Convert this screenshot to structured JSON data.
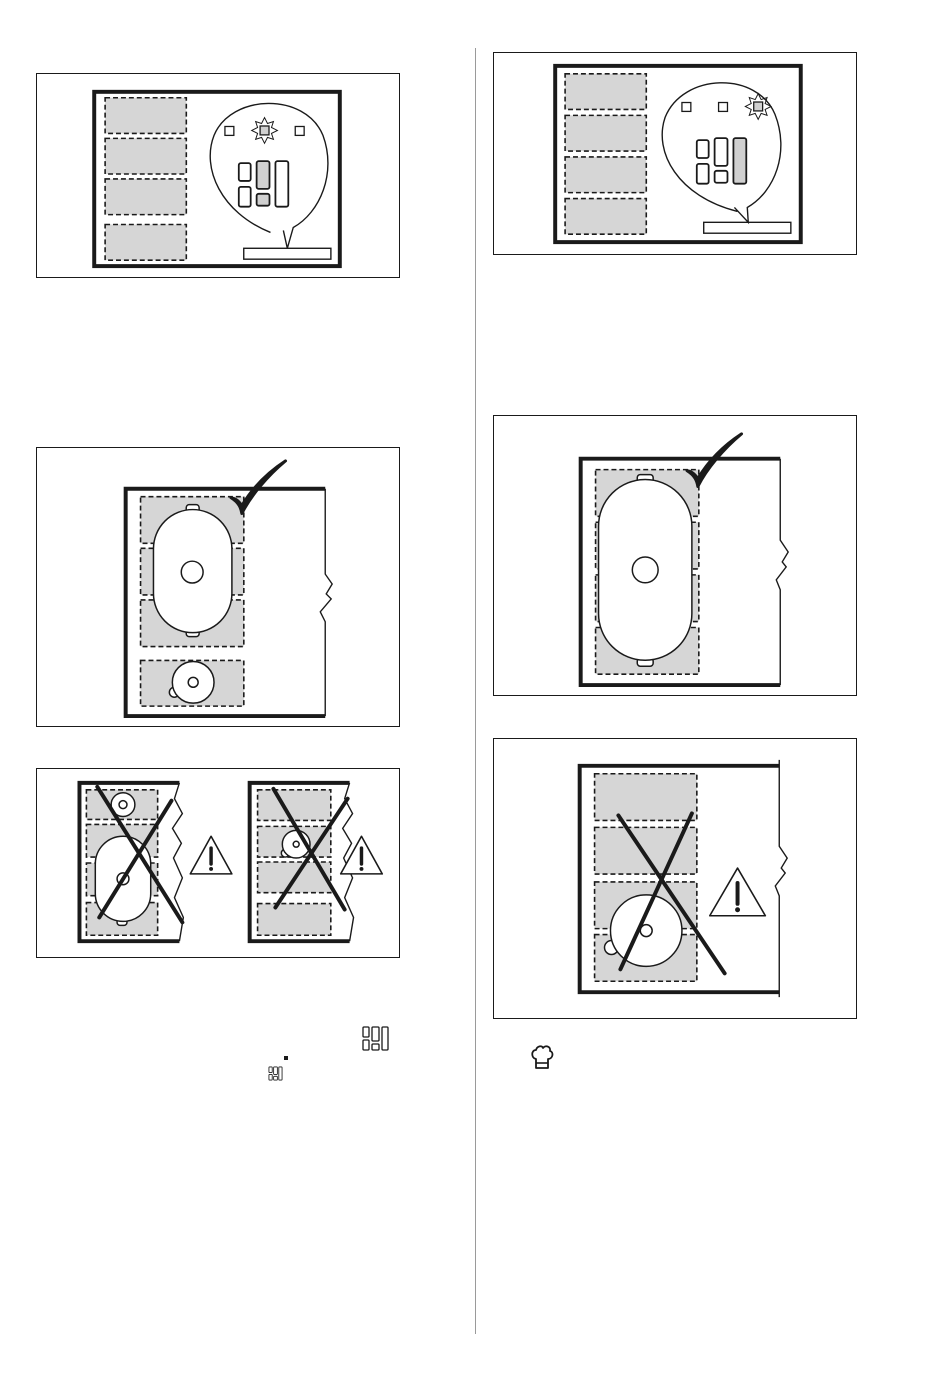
{
  "figures": {
    "fig_a": {
      "selected_indicator": 2
    },
    "fig_b": {
      "selected_indicator": 3
    },
    "fig_c": {
      "result": "correct"
    },
    "fig_d": {
      "result": "correct"
    },
    "fig_e": {
      "result": "incorrect"
    },
    "fig_f": {
      "result": "incorrect"
    }
  },
  "icons": {
    "bridge_display": "bridge-zone-icon",
    "bridge_display_small": "bridge-zone-small-icon",
    "chef_hat": "chef-hat-icon",
    "warning": "warning-triangle-icon",
    "check": "check-mark-icon"
  },
  "colors": {
    "zone_fill": "#d6d6d6",
    "line": "#1a1a1a"
  }
}
